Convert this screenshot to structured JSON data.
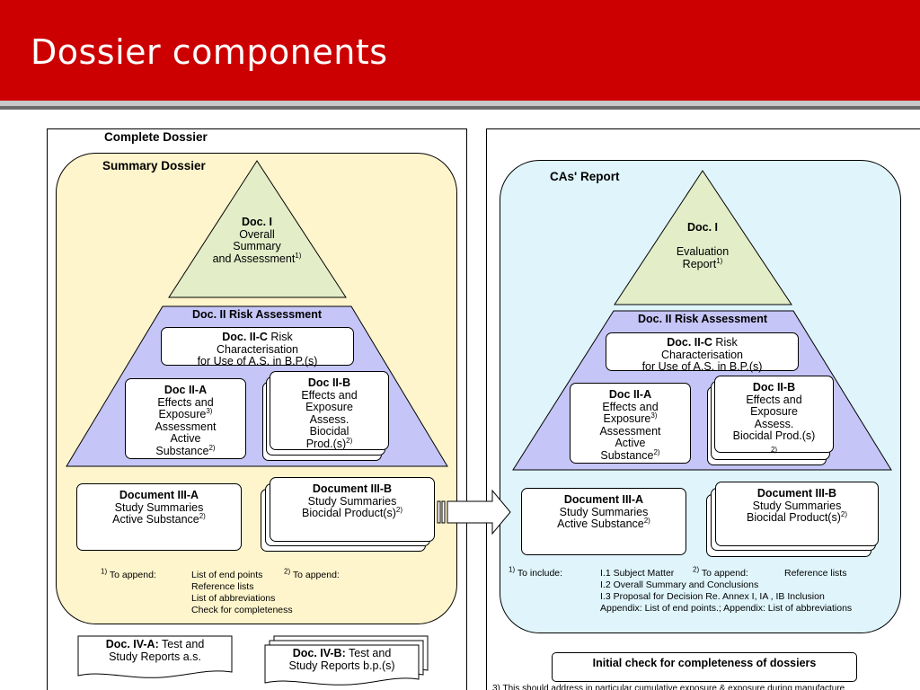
{
  "title": "Dossier components",
  "left": {
    "complete_label": "Complete Dossier",
    "summary_label": "Summary Dossier",
    "doc1": {
      "title": "Doc. I",
      "l1": "Overall",
      "l2": "Summary",
      "l3": "and Assessment",
      "sup": "1)"
    },
    "doc2_label": "Doc. II Risk Assessment",
    "doc2c": {
      "title": "Doc. II-C",
      "t1": " Risk",
      "l2": "Characterisation",
      "l3": "for Use of A.S. in B.P.(s)"
    },
    "doc2a": {
      "title": "Doc II-A",
      "l1": "Effects and",
      "l2": "Exposure",
      "sup2": "3)",
      "l3": "Assessment",
      "l4": "Active",
      "l5": "Substance",
      "sup5": "2)"
    },
    "doc2b": {
      "title": "Doc II-B",
      "l1": "Effects and",
      "l2": "Exposure",
      "l3": "Assess.",
      "l4": "Biocidal",
      "l5": "Prod.(s)",
      "sup5": "2)"
    },
    "doc3a": {
      "title": "Document III-A",
      "l1": "Study Summaries",
      "l2": "Active Substance",
      "sup": "2)"
    },
    "doc3b": {
      "title": "Document III-B",
      "l1": "Study Summaries",
      "l2": "Biocidal Product(s)",
      "sup": "2)"
    },
    "notes": {
      "n1_sup": "1)",
      "n1_label": "To append:",
      "n1_items": [
        "List of end points",
        "Reference lists",
        "List of abbreviations",
        "Check for completeness"
      ],
      "n2_sup": "2)",
      "n2_label": "To append:"
    },
    "doc4a": {
      "title": "Doc. IV-A:",
      "t1": " Test and",
      "l2": "Study Reports a.s."
    },
    "doc4b": {
      "title": "Doc. IV-B:",
      "t1": " Test and",
      "l2": "Study Reports b.p.(s)"
    }
  },
  "right": {
    "cas_label": "CAs' Report",
    "doc1": {
      "title": "Doc. I",
      "l1": "Evaluation",
      "l2": "Report",
      "sup": "1)"
    },
    "doc2_label": "Doc. II Risk Assessment",
    "doc2c": {
      "title": "Doc. II-C",
      "t1": " Risk",
      "l2": "Characterisation",
      "l3": "for Use of A.S. in B.P.(s)"
    },
    "doc2a": {
      "title": "Doc II-A",
      "l1": "Effects and",
      "l2": "Exposure",
      "sup2": "3)",
      "l3": "Assessment",
      "l4": "Active",
      "l5": "Substance",
      "sup5": "2)"
    },
    "doc2b": {
      "title": "Doc II-B",
      "l1": "Effects and",
      "l2": "Exposure",
      "l3": "Assess.",
      "l4": "Biocidal Prod.(s)",
      "sup5": "2)"
    },
    "doc3a": {
      "title": "Document III-A",
      "l1": "Study Summaries",
      "l2": "Active Substance",
      "sup": "2)"
    },
    "doc3b": {
      "title": "Document III-B",
      "l1": "Study Summaries",
      "l2": "Biocidal Product(s)",
      "sup": "2)"
    },
    "notes": {
      "n1_sup": "1)",
      "n1_label": "To include:",
      "n1_items": [
        "I.1 Subject Matter",
        "I.2 Overall Summary and Conclusions",
        "I.3 Proposal for Decision Re. Annex I, IA , IB Inclusion",
        "Appendix: List of end points.; Appendix: List of abbreviations"
      ],
      "n2_sup": "2)",
      "n2_label": "To append:",
      "n2_item": "Reference lists"
    },
    "initial_check": "Initial check for completeness of dossiers",
    "footnote3": "3) This should address in particular cumulative exposure & exposure during manufacture"
  },
  "colors": {
    "header": "#cc0000",
    "summary_fill": "#fff5cc",
    "cas_fill": "#dff5fb",
    "triangle_green": "#e3edc8",
    "trapezoid_lavender": "#c5c5f7"
  }
}
